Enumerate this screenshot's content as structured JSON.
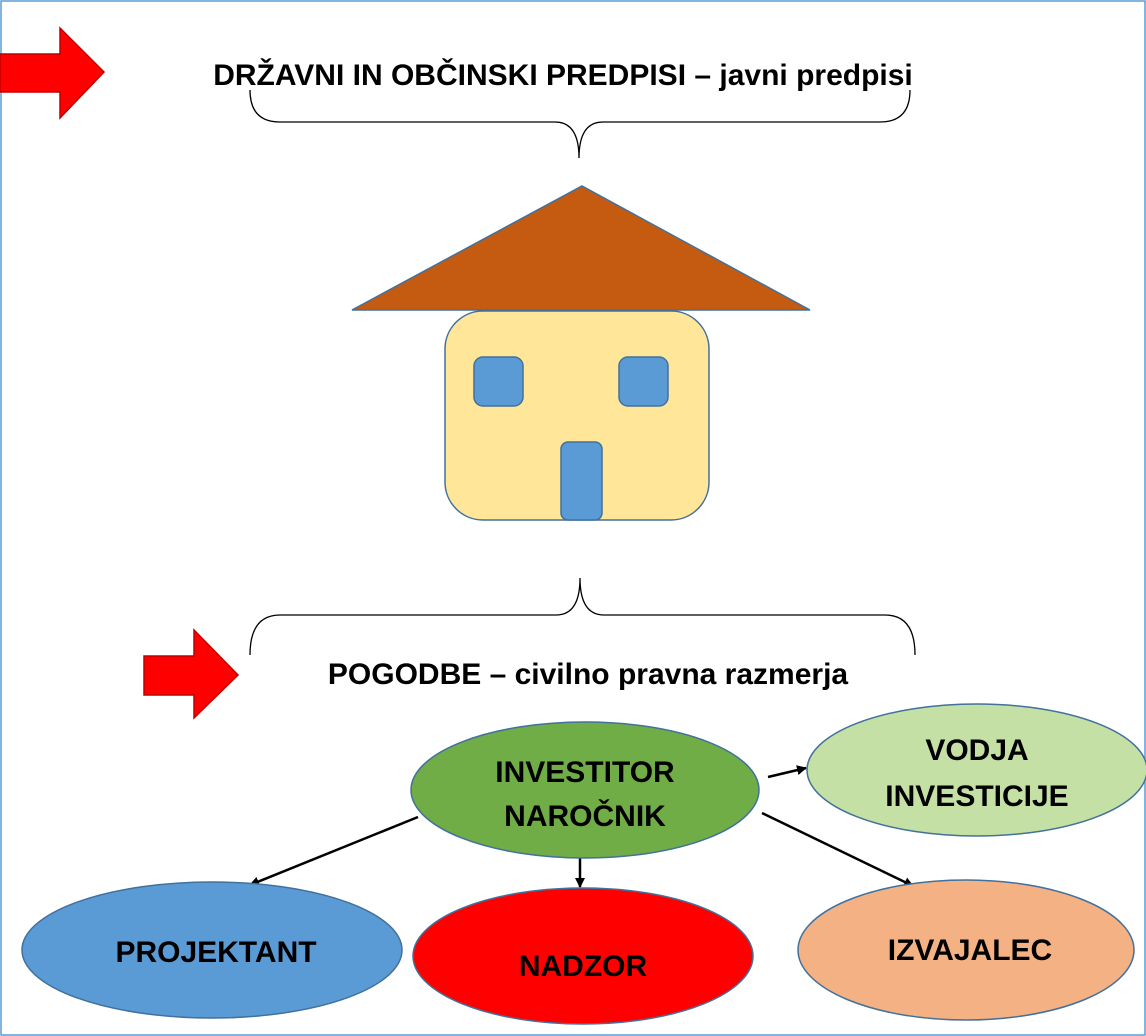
{
  "headings": {
    "top": "DRŽAVNI IN OBČINSKI PREDPISI – javni predpisi",
    "bottom": "POGODBE – civilno pravna razmerja"
  },
  "nodes": {
    "investitor": {
      "line1": "INVESTITOR",
      "line2": "NAROČNIK",
      "color": "#70ad47"
    },
    "vodja": {
      "line1": "VODJA",
      "line2": "INVESTICIJE",
      "color": "#c5e0a5"
    },
    "projektant": {
      "label": "PROJEKTANT",
      "color": "#5b9bd5"
    },
    "nadzor": {
      "label": "NADZOR",
      "color": "#ff0000"
    },
    "izvajalec": {
      "label": "IZVAJALEC",
      "color": "#f4b183"
    }
  },
  "colors": {
    "arrow": "#ff0000",
    "roof": "#c55a11",
    "house": "#ffe699",
    "window": "#5b9bd5",
    "border": "#41719c"
  }
}
